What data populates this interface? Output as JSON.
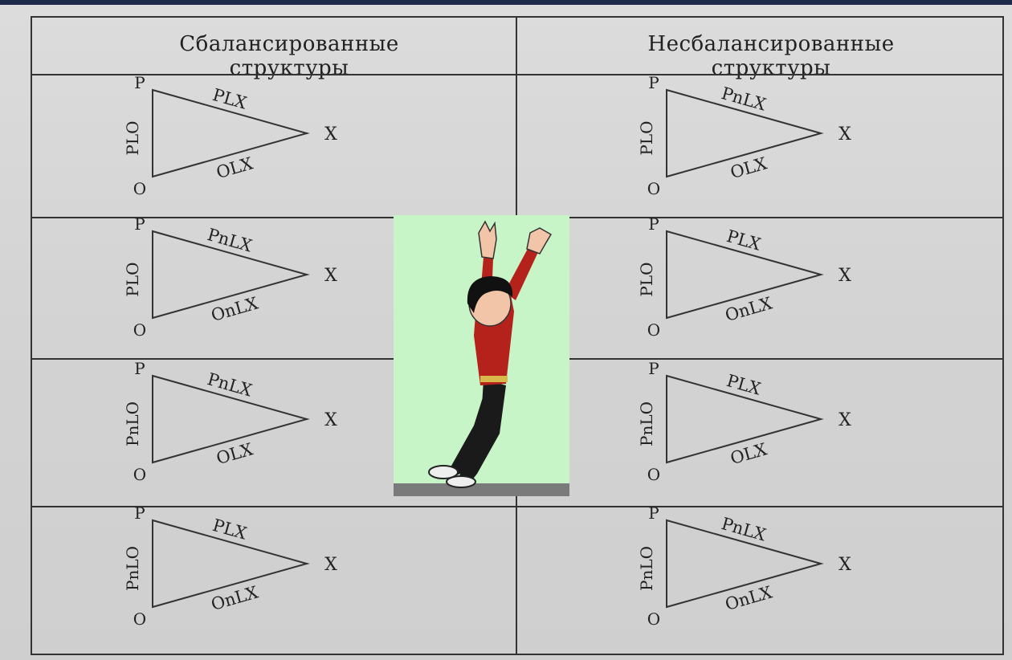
{
  "headers": {
    "left": "Сбалансированные\nструктуры",
    "right": "Несбалансированные\nструктуры"
  },
  "rows": [
    {
      "left": {
        "p": "P",
        "o": "O",
        "x": "X",
        "side_po": "PLO",
        "side_px": "PLX",
        "side_ox": "OLX"
      },
      "right": {
        "p": "P",
        "o": "O",
        "x": "X",
        "side_po": "PLO",
        "side_px": "PnLX",
        "side_ox": "OLX"
      }
    },
    {
      "left": {
        "p": "P",
        "o": "O",
        "x": "X",
        "side_po": "PLO",
        "side_px": "PnLX",
        "side_ox": "OnLX"
      },
      "right": {
        "p": "P",
        "o": "O",
        "x": "X",
        "side_po": "PLO",
        "side_px": "PLX",
        "side_ox": "OnLX"
      }
    },
    {
      "left": {
        "p": "P",
        "o": "O",
        "x": "X",
        "side_po": "PnLO",
        "side_px": "PnLX",
        "side_ox": "OLX"
      },
      "right": {
        "p": "P",
        "o": "O",
        "x": "X",
        "side_po": "PnLO",
        "side_px": "PLX",
        "side_ox": "OLX"
      }
    },
    {
      "left": {
        "p": "P",
        "o": "O",
        "x": "X",
        "side_po": "PnLO",
        "side_px": "PLX",
        "side_ox": "OnLX"
      },
      "right": {
        "p": "P",
        "o": "O",
        "x": "X",
        "side_po": "PnLO",
        "side_px": "PnLX",
        "side_ox": "OnLX"
      }
    }
  ],
  "colors": {
    "figure_background": "#c7f5c7",
    "shirt": "#b5221b",
    "trousers": "#1a1a1a",
    "skin": "#f2c4a8",
    "hair": "#111111"
  },
  "icons": {
    "overlay": "jumping-boy-illustration"
  }
}
